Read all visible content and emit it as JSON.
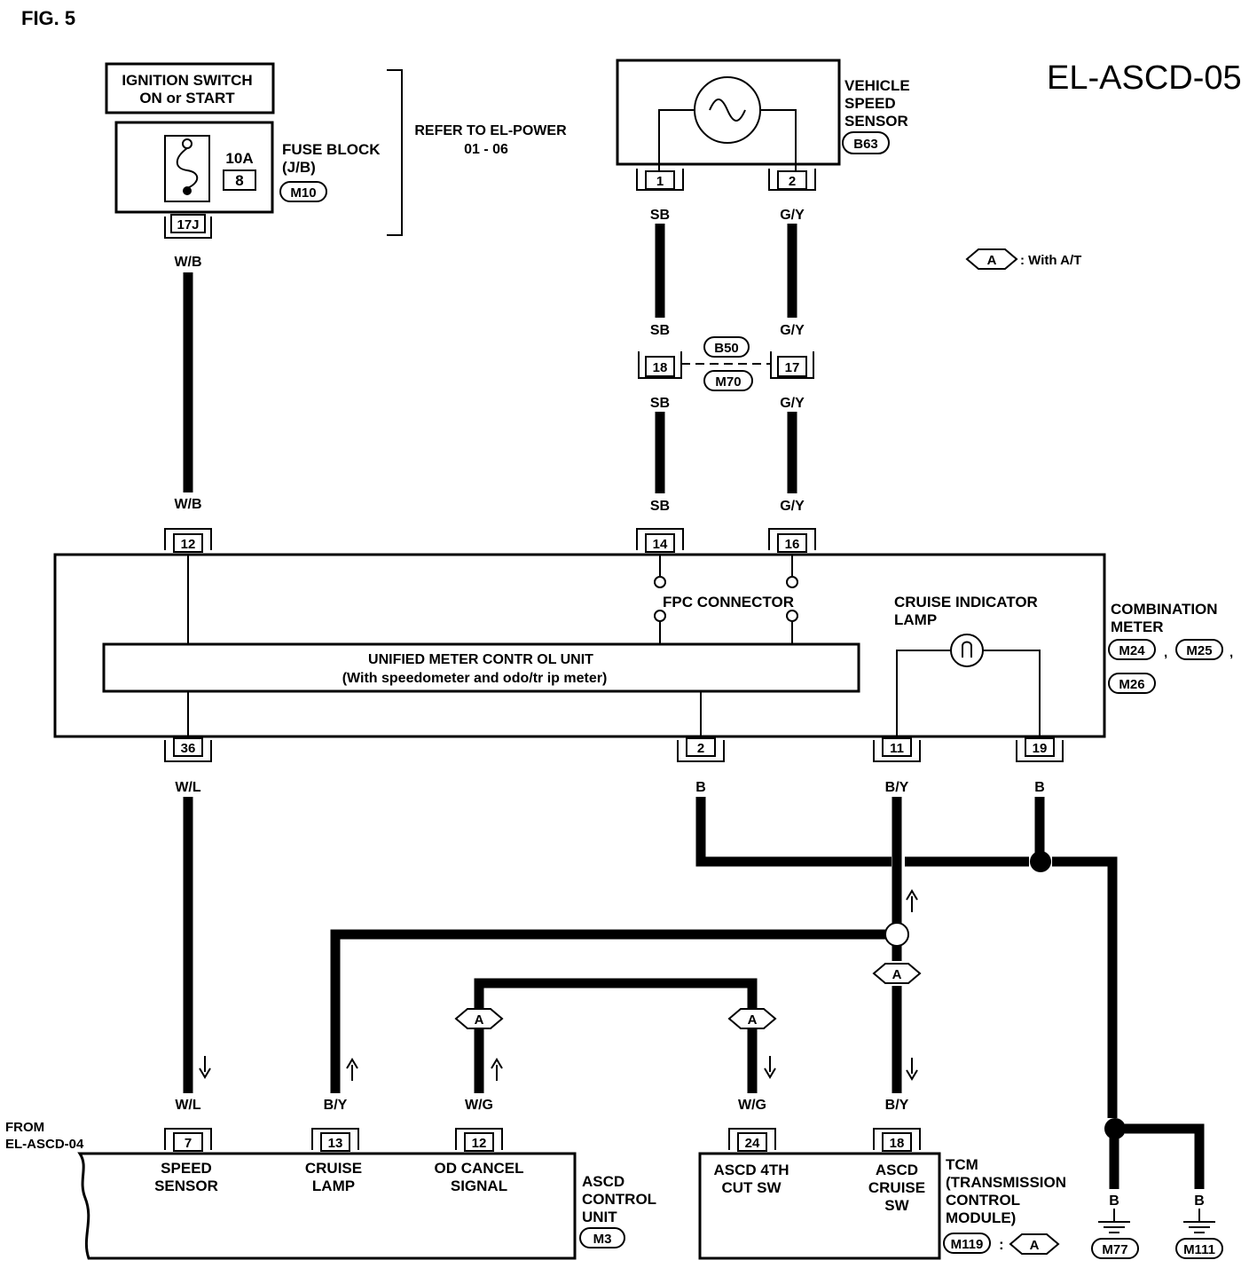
{
  "figure_label": "FIG. 5",
  "page_id": "EL-ASCD-05",
  "legend": {
    "symbol": "A",
    "text": ": With A/T"
  },
  "ignition": {
    "line1": "IGNITION SWITCH",
    "line2": "ON or START"
  },
  "fuse_block": {
    "rating": "10A",
    "fuse_no": "8",
    "name_line1": "FUSE BLOCK",
    "name_line2": "(J/B)",
    "connector": "M10",
    "pin": "17J"
  },
  "refer": {
    "line1": "REFER TO EL-POWER",
    "line2": "01 - 06"
  },
  "vss": {
    "line1": "VEHICLE",
    "line2": "SPEED",
    "line3": "SENSOR",
    "connector": "B63",
    "pin1": "1",
    "pin2": "2"
  },
  "joint": {
    "pin_left": "18",
    "pin_right": "17",
    "conn_top": "B50",
    "conn_bottom": "M70"
  },
  "wire_colors": {
    "wb": "W/B",
    "sb": "SB",
    "gy": "G/Y",
    "wl": "W/L",
    "b": "B",
    "by": "B/Y",
    "wg": "W/G"
  },
  "combination_meter": {
    "name_line1": "COMBINATION",
    "name_line2": "METER",
    "conn1": "M24",
    "conn2": "M25",
    "conn3": "M26",
    "sep1": ",",
    "sep2": ",",
    "fpc": "FPC CONNECTOR",
    "lamp_line1": "CRUISE INDICATOR",
    "lamp_line2": "LAMP",
    "unit_line1": "UNIFIED METER CONTR OL UNIT",
    "unit_line2": "(With speedometer and odo/tr  ip meter)",
    "pins": {
      "p12": "12",
      "p14": "14",
      "p16": "16",
      "p36": "36",
      "p2": "2",
      "p11": "11",
      "p19": "19"
    }
  },
  "from": {
    "line1": "FROM",
    "line2": "EL-ASCD-04"
  },
  "ascd_control_unit": {
    "name_line1": "ASCD",
    "name_line2": "CONTROL",
    "name_line3": "UNIT",
    "connector": "M3",
    "pins": {
      "p7": "7",
      "p13": "13",
      "p12": "12"
    },
    "speed_line1": "SPEED",
    "speed_line2": "SENSOR",
    "cruise_line1": "CRUISE",
    "cruise_line2": "LAMP",
    "od_line1": "OD CANCEL",
    "od_line2": "SIGNAL"
  },
  "tcm": {
    "name_line1": "TCM",
    "name_line2": "(TRANSMISSION",
    "name_line3": "CONTROL",
    "name_line4": "MODULE)",
    "connector": "M119",
    "colon": ":",
    "pins": {
      "p24": "24",
      "p18": "18"
    },
    "cut_line1": "ASCD 4TH",
    "cut_line2": "CUT SW",
    "cruise_line1": "ASCD",
    "cruise_line2": "CRUISE",
    "cruise_line3": "SW"
  },
  "grounds": {
    "g1": "M77",
    "g2": "M111"
  },
  "icons": [
    "sine-wave-icon",
    "lamp-bulb-icon",
    "fuse-icon",
    "ground-icon",
    "arrow-up-icon",
    "arrow-down-icon",
    "splice-dot-icon",
    "option-a-diamond-icon"
  ]
}
